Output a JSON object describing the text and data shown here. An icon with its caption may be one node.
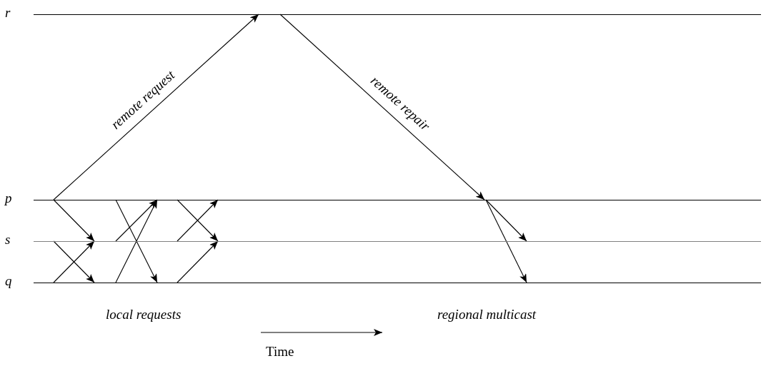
{
  "diagram": {
    "nodes": [
      {
        "text": [
          "r"
        ]
      },
      {
        "text": [
          "p"
        ]
      },
      {
        "text": [
          "s"
        ]
      },
      {
        "text": [
          "q"
        ]
      }
    ],
    "edges": [
      {
        "from": 1,
        "to": 0,
        "arrow": "to",
        "label": "remote request"
      },
      {
        "from": 0,
        "to": 1,
        "arrow": "to",
        "label": "remote repair"
      },
      {
        "from": 1,
        "to": 2,
        "arrow": "to"
      },
      {
        "from": 2,
        "to": 3,
        "arrow": "to"
      },
      {
        "from": 3,
        "to": 2,
        "arrow": "to"
      },
      {
        "from": 2,
        "to": 1,
        "arrow": "to"
      },
      {
        "from": 3,
        "to": 1,
        "arrow": "to"
      },
      {
        "from": 1,
        "to": 3,
        "arrow": "to"
      },
      {
        "from": 1,
        "to": 2,
        "arrow": "to"
      },
      {
        "from": 2,
        "to": 1,
        "arrow": "to"
      },
      {
        "from": 3,
        "to": 2,
        "arrow": "to"
      },
      {
        "from": 1,
        "to": 2,
        "arrow": "to"
      },
      {
        "from": 1,
        "to": 3,
        "arrow": "to"
      }
    ],
    "labels": [
      "local requests",
      "regional multicast",
      "Time"
    ]
  }
}
